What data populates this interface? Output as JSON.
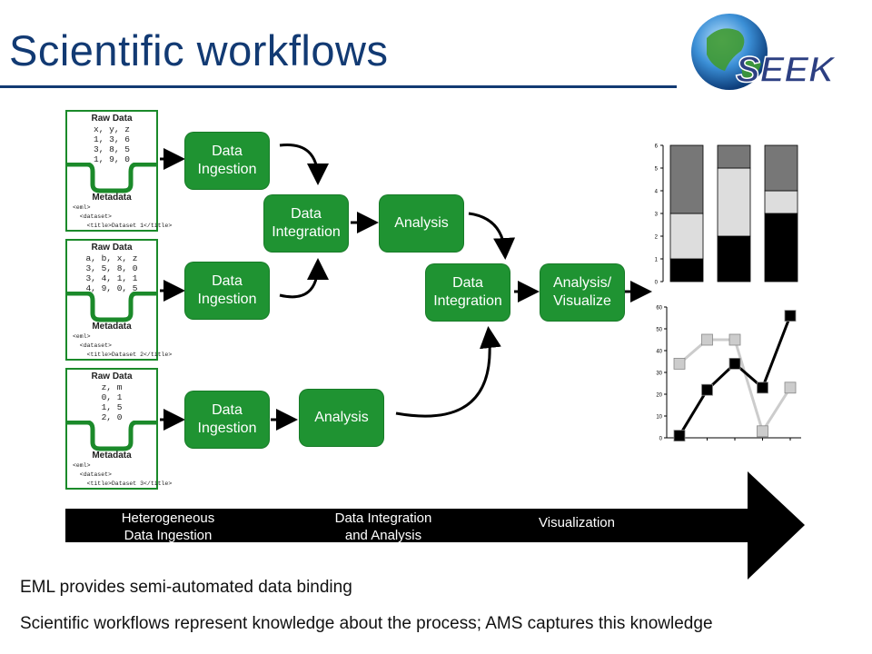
{
  "title": "Scientific workflows",
  "logo": {
    "text": "SEEK"
  },
  "sources": [
    {
      "raw_label": "Raw Data",
      "values": "x, y, z\n1, 3, 6\n3, 8, 5\n1, 9, 0",
      "meta_label": "Metadata",
      "xml": "<eml>\n  <dataset>\n    <title>Dataset 1</title>"
    },
    {
      "raw_label": "Raw Data",
      "values": "a, b, x, z\n3, 5, 8, 0\n3, 4, 1, 1\n4, 9, 0, 5",
      "meta_label": "Metadata",
      "xml": "<eml>\n  <dataset>\n    <title>Dataset 2</title>"
    },
    {
      "raw_label": "Raw Data",
      "values": "z, m\n0, 1\n1, 5\n2, 0",
      "meta_label": "Metadata",
      "xml": "<eml>\n  <dataset>\n    <title>Dataset 3</title>"
    }
  ],
  "steps": {
    "ingest1": "Data\nIngestion",
    "ingest2": "Data\nIngestion",
    "ingest3": "Data\nIngestion",
    "integration1": "Data\nIntegration",
    "analysis1": "Analysis",
    "analysis2": "Analysis",
    "integration2": "Data\nIntegration",
    "visualize": "Analysis/\nVisualize"
  },
  "bar_chart": {
    "y_ticks": [
      "0",
      "1",
      "2",
      "3",
      "4",
      "5",
      "6"
    ],
    "ylim": [
      0,
      6
    ],
    "bars": [
      {
        "segments": [
          1,
          2,
          3
        ]
      },
      {
        "segments": [
          2,
          3,
          1
        ]
      },
      {
        "segments": [
          3,
          1,
          2
        ]
      }
    ],
    "colors": [
      "#000000",
      "#dddddd",
      "#777777"
    ]
  },
  "line_chart": {
    "y_ticks": [
      "0",
      "10",
      "20",
      "30",
      "40",
      "50",
      "60"
    ],
    "ylim": [
      0,
      60
    ],
    "series": [
      {
        "color": "#cccccc",
        "values": [
          34,
          45,
          45,
          3,
          23
        ]
      },
      {
        "color": "#000000",
        "values": [
          1,
          22,
          34,
          23,
          56
        ]
      }
    ]
  },
  "band": {
    "labels": [
      "Heterogeneous\nData Ingestion",
      "Data Integration\nand Analysis",
      "Visualization"
    ],
    "color": "#000000"
  },
  "captions": [
    "EML provides semi-automated data binding",
    "Scientific workflows represent knowledge about the process; AMS captures this knowledge"
  ]
}
